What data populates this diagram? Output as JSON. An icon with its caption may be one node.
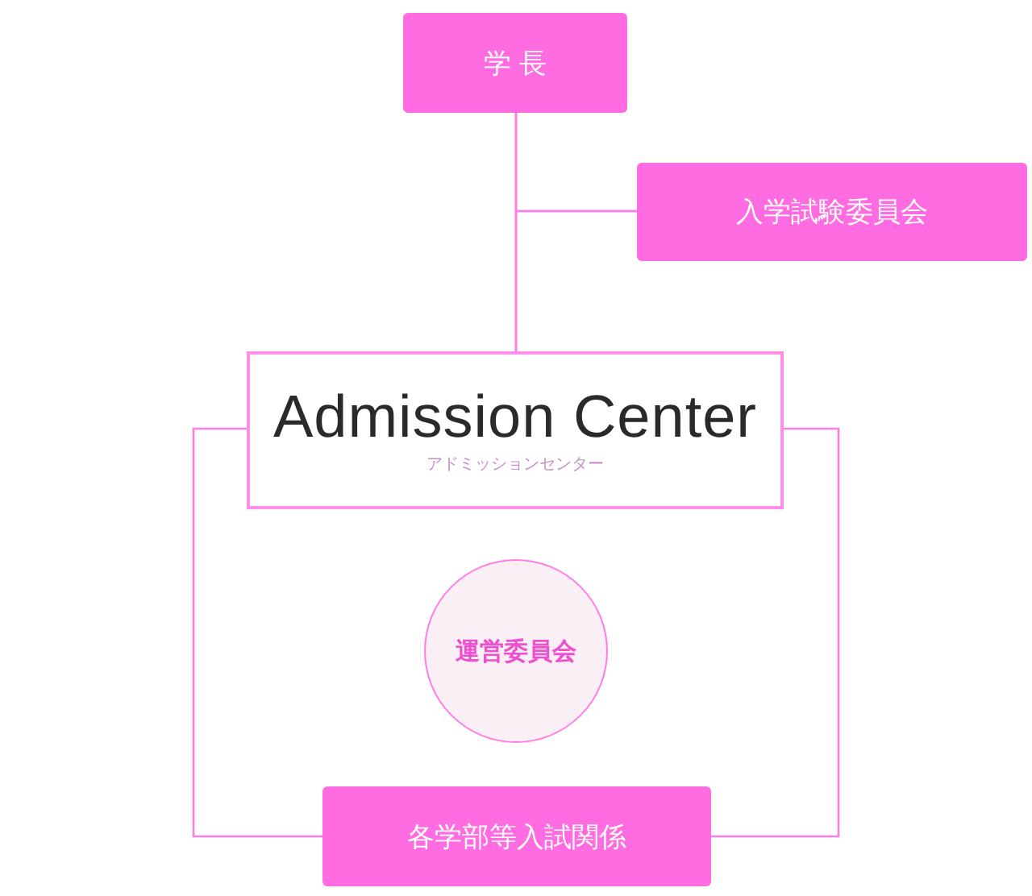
{
  "diagram": {
    "nodes": [
      {
        "text": [
          "学 長"
        ]
      },
      {
        "text": [
          "入学試験委員会"
        ]
      },
      {
        "text": [
          "Admission Center",
          "アドミッションセンター"
        ]
      },
      {
        "text": [
          "運営委員会"
        ]
      },
      {
        "text": [
          "各学部等入試関係"
        ]
      }
    ],
    "edges": [
      {
        "from": 0,
        "to": 2,
        "arrow": "none"
      },
      {
        "from": 1,
        "to": 0,
        "arrow": "none"
      },
      {
        "from": 1,
        "to": 2,
        "arrow": "none"
      },
      {
        "from": 2,
        "to": 4,
        "arrow": "none"
      },
      {
        "from": 2,
        "to": 4,
        "arrow": "none"
      }
    ]
  }
}
